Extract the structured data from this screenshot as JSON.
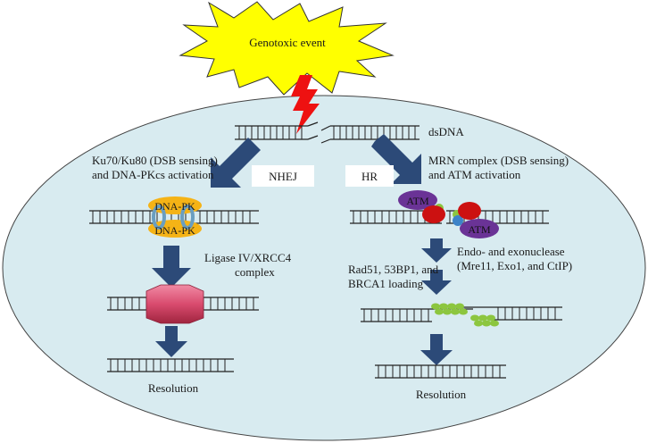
{
  "labels": {
    "genotoxic_event": "Genotoxic event",
    "dsdna": "dsDNA",
    "nhej_sensing_1": "Ku70/Ku80 (DSB sensing)",
    "nhej_sensing_2": "and DNA-PKcs activation",
    "nhej": "NHEJ",
    "hr": "HR",
    "hr_sensing_1": "MRN complex (DSB sensing)",
    "hr_sensing_2": "and ATM activation",
    "dnapk_top": "DNA-PK",
    "dnapk_bottom": "DNA-PK",
    "atm_top": "ATM",
    "atm_bottom": "ATM",
    "ligase_1": "Ligase IV/XRCC4",
    "ligase_2": "complex",
    "endo_1": "Endo- and exonuclease",
    "endo_2": "(Mre11, Exo1, and CtIP)",
    "rad51_1": "Rad51, 53BP1, and",
    "rad51_2": "BRCA1 loading",
    "resolution_left": "Resolution",
    "resolution_right": "Resolution"
  },
  "colors": {
    "cell": "#d8ebf0",
    "burst": "#ffff00",
    "lightning": "#ee1111",
    "arrow": "#2c4a78",
    "dnapk": "#f5b316",
    "ring": "#6a9ec0",
    "ligase": "#d94b6e",
    "atm": "#6a3396",
    "mre_red": "#cc1111",
    "mre_green": "#8cc63f",
    "mre_blue": "#3d83c8",
    "rad51": "#8cc63f"
  }
}
